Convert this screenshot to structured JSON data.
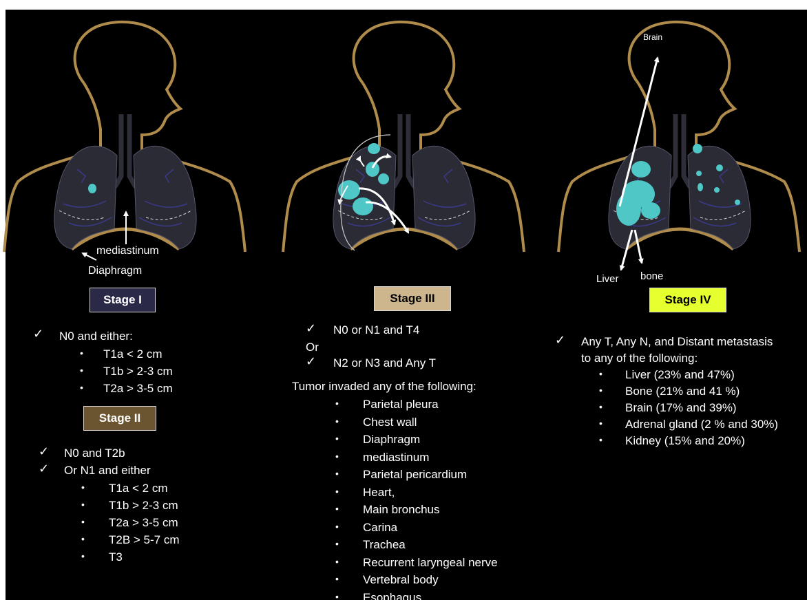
{
  "colors": {
    "background": "#000000",
    "outline": "#b08c4c",
    "tumor": "#4fc7c7",
    "stage1_box": "#2a2a48",
    "stage2_box": "#6b5430",
    "stage3_box": "#cdb58d",
    "stage4_box": "#e6ff2e"
  },
  "icons": {
    "check": "✓",
    "bullet": "•"
  },
  "stage1": {
    "box_label": "Stage I",
    "annotations": {
      "mediastinum": "mediastinum",
      "diaphragm": "Diaphragm"
    },
    "criteria": "N0 and either:",
    "items": [
      "T1a < 2 cm",
      "T1b > 2-3 cm",
      "T2a > 3-5 cm"
    ]
  },
  "stage2": {
    "box_label": "Stage II",
    "criteria": [
      "N0 and T2b",
      "Or N1 and either"
    ],
    "items": [
      "T1a < 2 cm",
      "T1b > 2-3 cm",
      "T2a > 3-5 cm",
      "T2B > 5-7 cm",
      "T3"
    ]
  },
  "stage3": {
    "box_label": "Stage III",
    "criteria1": "N0 or N1 and T4",
    "or": "Or",
    "criteria2": "N2 or N3 and Any T",
    "invaded_header": "Tumor invaded any of the following:",
    "items": [
      "Parietal pleura",
      "Chest wall",
      "Diaphragm",
      "mediastinum",
      "Parietal pericardium",
      "Heart,",
      "Main bronchus",
      "Carina",
      "Trachea",
      "Recurrent laryngeal nerve",
      "Vertebral body",
      "Esophagus"
    ]
  },
  "stage4": {
    "box_label": "Stage IV",
    "annotations": {
      "brain": "Brain",
      "liver": "Liver",
      "bone": "bone"
    },
    "criteria_line1": "Any T,  Any N, and  Distant metastasis",
    "criteria_line2": "to any of the following:",
    "items": [
      "Liver (23% and 47%)",
      "Bone (21% and 41 %)",
      "Brain (17% and 39%)",
      "Adrenal gland (2 % and 30%)",
      "Kidney (15% and 20%)"
    ]
  }
}
